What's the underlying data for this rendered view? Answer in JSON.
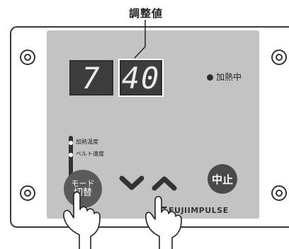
{
  "callout": {
    "label": "調整値"
  },
  "display": {
    "mode_digit": "7",
    "adjust_value": "40"
  },
  "indicators": {
    "heating_label": "加熱中"
  },
  "mode_select": {
    "options": [
      "加熱温度",
      "ベルト速度"
    ]
  },
  "buttons": {
    "mode_line1": "モード",
    "mode_line2": "切替",
    "stop": "中止"
  },
  "brand": {
    "logo_text": "FUJIIMPULSE"
  },
  "icons": [
    "screw-icon",
    "chevron-down-icon",
    "chevron-up-icon",
    "pointing-hand-icon",
    "fuji-logo-icon"
  ],
  "colors": {
    "panel": "#c3c3c3",
    "display_bg": "#3c3c3c",
    "button_dark": "#4a4a4a"
  }
}
